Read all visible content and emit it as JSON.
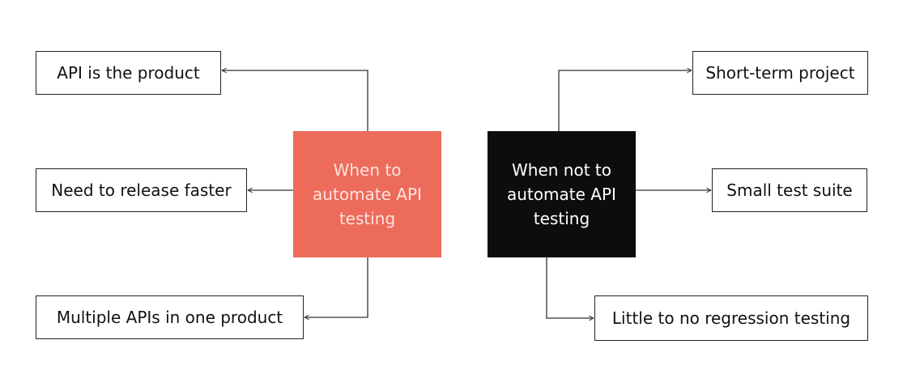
{
  "colors": {
    "left_center_bg": "#EC6B5B",
    "left_center_text": "#FFE3DE",
    "right_center_bg": "#0D0D0D",
    "right_center_text": "#FFFFFF",
    "connector": "#333333"
  },
  "left": {
    "center_label": "When to automate API testing",
    "items": [
      "API is the product",
      "Need to release faster",
      "Multiple APIs in one product"
    ]
  },
  "right": {
    "center_label": "When not to automate API testing",
    "items": [
      "Short-term project",
      "Small test suite",
      "Little to no regression testing"
    ]
  }
}
